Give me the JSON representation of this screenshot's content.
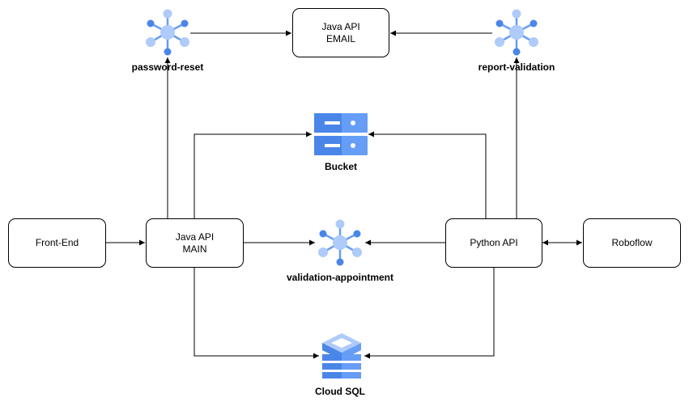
{
  "nodes": {
    "front_end": {
      "label": "Front-End"
    },
    "java_main": {
      "line1": "Java API",
      "line2": "MAIN"
    },
    "java_email": {
      "line1": "Java API",
      "line2": "EMAIL"
    },
    "python_api": {
      "label": "Python API"
    },
    "roboflow": {
      "label": "Roboflow"
    }
  },
  "topics": {
    "password_reset": {
      "label": "password-reset",
      "icon": "pubsub-topic-icon"
    },
    "report_validation": {
      "label": "report-validation",
      "icon": "pubsub-topic-icon"
    },
    "validation_appointment": {
      "label": "validation-appointment",
      "icon": "pubsub-topic-icon"
    }
  },
  "storage": {
    "bucket": {
      "label": "Bucket",
      "icon": "cloud-storage-icon"
    },
    "cloud_sql": {
      "label": "Cloud SQL",
      "icon": "cloud-sql-icon"
    }
  },
  "colors": {
    "icon_dark": "#4A86E8",
    "icon_light": "#AECBFA",
    "icon_mid": "#669DF6",
    "line": "#000000"
  }
}
